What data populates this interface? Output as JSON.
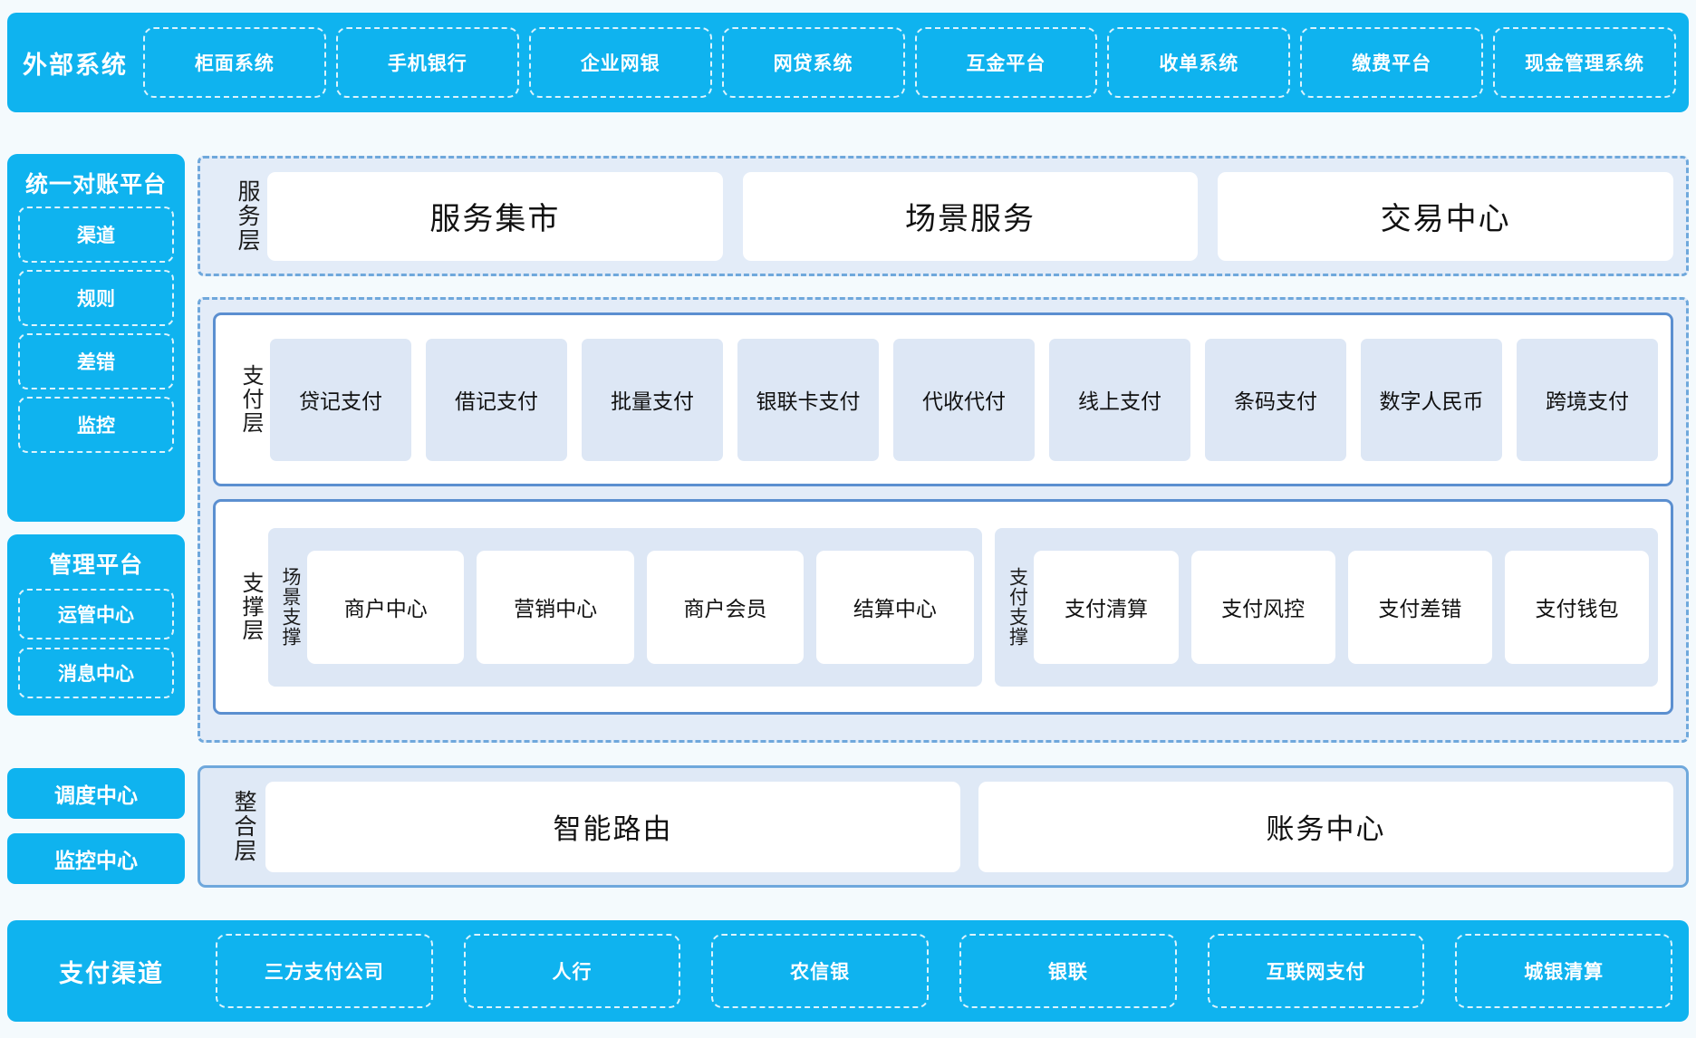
{
  "external": {
    "title": "外部系统",
    "items": [
      "柜面系统",
      "手机银行",
      "企业网银",
      "网贷系统",
      "互金平台",
      "收单系统",
      "缴费平台",
      "现金管理系统"
    ]
  },
  "sidebar": {
    "reconciliation": {
      "title": "统一对账平台",
      "items": [
        "渠道",
        "规则",
        "差错",
        "监控"
      ]
    },
    "management": {
      "title": "管理平台",
      "items": [
        "运管中心",
        "消息中心"
      ]
    },
    "standalone": [
      "调度中心",
      "监控中心"
    ]
  },
  "service_layer": {
    "label": "服务层",
    "items": [
      "服务集市",
      "场景服务",
      "交易中心"
    ]
  },
  "payment_layer": {
    "label": "支付层",
    "items": [
      "贷记支付",
      "借记支付",
      "批量支付",
      "银联卡支付",
      "代收代付",
      "线上支付",
      "条码支付",
      "数字人民币",
      "跨境支付"
    ]
  },
  "support_layer": {
    "label": "支撑层",
    "groups": [
      {
        "label": "场景支撑",
        "items": [
          "商户中心",
          "营销中心",
          "商户会员",
          "结算中心"
        ]
      },
      {
        "label": "支付支撑",
        "items": [
          "支付清算",
          "支付风控",
          "支付差错",
          "支付钱包"
        ]
      }
    ]
  },
  "integration_layer": {
    "label": "整合层",
    "items": [
      "智能路由",
      "账务中心"
    ]
  },
  "channels": {
    "title": "支付渠道",
    "items": [
      "三方支付公司",
      "人行",
      "农信银",
      "银联",
      "互联网支付",
      "城银清算"
    ]
  },
  "colors": {
    "brand_blue": "#0fb3ef",
    "panel_blue": "#e3ecf8",
    "tile_blue": "#dde7f5",
    "border_blue": "#6fa8dc",
    "card_border": "#5b8fd0",
    "background": "#f4fafd"
  }
}
